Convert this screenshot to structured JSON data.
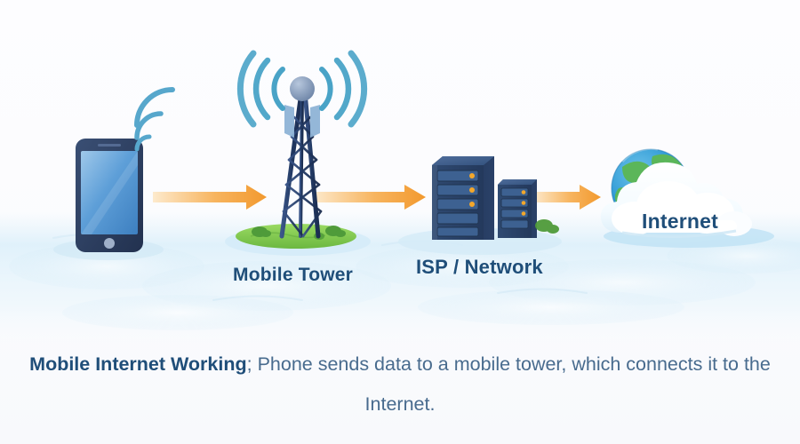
{
  "diagram": {
    "title_bold": "Mobile Internet Working",
    "caption_rest": "; Phone sends data to a mobile tower, which connects it to the Internet.",
    "nodes": {
      "phone": {
        "label": "",
        "icon": "mobile-phone-icon"
      },
      "tower": {
        "label": "Mobile Tower",
        "icon": "cell-tower-icon"
      },
      "isp": {
        "label": "ISP / Network",
        "icon": "server-rack-icon"
      },
      "internet": {
        "label": "Internet",
        "icon": "cloud-globe-icon"
      }
    },
    "flow": [
      {
        "from": "phone",
        "to": "tower",
        "icon": "arrow-right-icon"
      },
      {
        "from": "tower",
        "to": "isp",
        "icon": "arrow-right-icon"
      },
      {
        "from": "isp",
        "to": "internet",
        "icon": "arrow-right-icon"
      }
    ],
    "colors": {
      "background": "#fbfcfe",
      "title_navy": "#1f4e79",
      "body_slate": "#486b8e",
      "arrow_orange": "#f5a23c",
      "arrow_orange_light": "#fbe0bb",
      "device_navy": "#2b3f63",
      "screen_blue": "#4a90d9",
      "signal_blue": "#4aa3c7",
      "grass_green": "#7cc24a",
      "globe_blue": "#1f8fd0",
      "globe_green": "#5cb85c",
      "cloud_white": "#ffffff",
      "mist_blue": "#d9eef8"
    }
  }
}
